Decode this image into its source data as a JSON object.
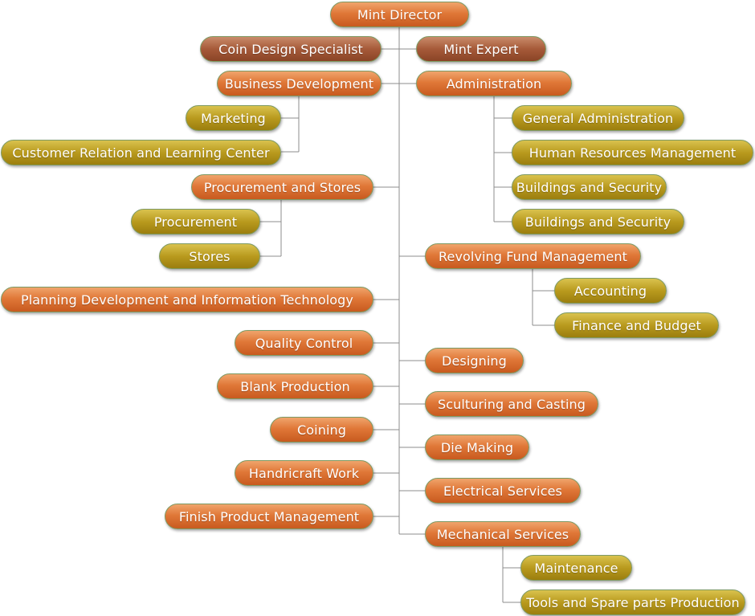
{
  "nodes": {
    "mint_director": "Mint Director",
    "coin_design_specialist": "Coin Design Specialist",
    "mint_expert": "Mint Expert",
    "business_development": "Business Development",
    "administration": "Administration",
    "marketing": "Marketing",
    "customer_relation": "Customer Relation and Learning Center",
    "general_administration": "General Administration",
    "human_resources": "Human Resources Management",
    "buildings_security_1": "Buildings and Security",
    "buildings_security_2": "Buildings and Security",
    "procurement_and_stores": "Procurement and Stores",
    "procurement": "Procurement",
    "stores": "Stores",
    "revolving_fund": "Revolving Fund Management",
    "accounting": "Accounting",
    "finance_budget": "Finance and Budget",
    "planning_it": "Planning Development and Information Technology",
    "quality_control": "Quality Control",
    "designing": "Designing",
    "blank_production": "Blank Production",
    "sculpturing_casting": "Sculturing and Casting",
    "coining": "Coining",
    "die_making": "Die Making",
    "handicraft_work": "Handricraft Work",
    "electrical_services": "Electrical Services",
    "finish_product": "Finish Product Management",
    "mechanical_services": "Mechanical Services",
    "maintenance": "Maintenance",
    "tools_spare_parts": "Tools and Spare parts Production"
  },
  "colors": {
    "orange": "#e07838",
    "brown": "#a65a39",
    "olive": "#b99a1e",
    "connector": "#8c8c8c",
    "border": "#7e9a63"
  }
}
